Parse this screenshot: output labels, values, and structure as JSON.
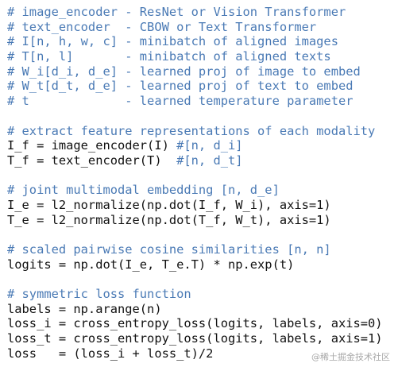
{
  "colors": {
    "comment": "#4a7ab5",
    "code": "#111111",
    "background": "#ffffff"
  },
  "code_lines": [
    {
      "type": "comment",
      "text": "# image_encoder - ResNet or Vision Transformer"
    },
    {
      "type": "comment",
      "text": "# text_encoder  - CBOW or Text Transformer"
    },
    {
      "type": "comment",
      "text": "# I[n, h, w, c] - minibatch of aligned images"
    },
    {
      "type": "comment",
      "text": "# T[n, l]       - minibatch of aligned texts"
    },
    {
      "type": "comment",
      "text": "# W_i[d_i, d_e] - learned proj of image to embed"
    },
    {
      "type": "comment",
      "text": "# W_t[d_t, d_e] - learned proj of text to embed"
    },
    {
      "type": "comment",
      "text": "# t             - learned temperature parameter"
    },
    {
      "type": "blank",
      "text": ""
    },
    {
      "type": "comment",
      "text": "# extract feature representations of each modality"
    },
    {
      "type": "code",
      "text": "I_f = image_encoder(I) ",
      "comment": "#[n, d_i]"
    },
    {
      "type": "code",
      "text": "T_f = text_encoder(T)  ",
      "comment": "#[n, d_t]"
    },
    {
      "type": "blank",
      "text": ""
    },
    {
      "type": "comment",
      "text": "# joint multimodal embedding [n, d_e]"
    },
    {
      "type": "code",
      "text": "I_e = l2_normalize(np.dot(I_f, W_i), axis=1)"
    },
    {
      "type": "code",
      "text": "T_e = l2_normalize(np.dot(T_f, W_t), axis=1)"
    },
    {
      "type": "blank",
      "text": ""
    },
    {
      "type": "comment",
      "text": "# scaled pairwise cosine similarities [n, n]"
    },
    {
      "type": "code",
      "text": "logits = np.dot(I_e, T_e.T) * np.exp(t)"
    },
    {
      "type": "blank",
      "text": ""
    },
    {
      "type": "comment",
      "text": "# symmetric loss function"
    },
    {
      "type": "code",
      "text": "labels = np.arange(n)"
    },
    {
      "type": "code",
      "text": "loss_i = cross_entropy_loss(logits, labels, axis=0)"
    },
    {
      "type": "code",
      "text": "loss_t = cross_entropy_loss(logits, labels, axis=1)"
    },
    {
      "type": "code",
      "text": "loss   = (loss_i + loss_t)/2"
    }
  ],
  "watermark": "@稀土掘金技术社区"
}
